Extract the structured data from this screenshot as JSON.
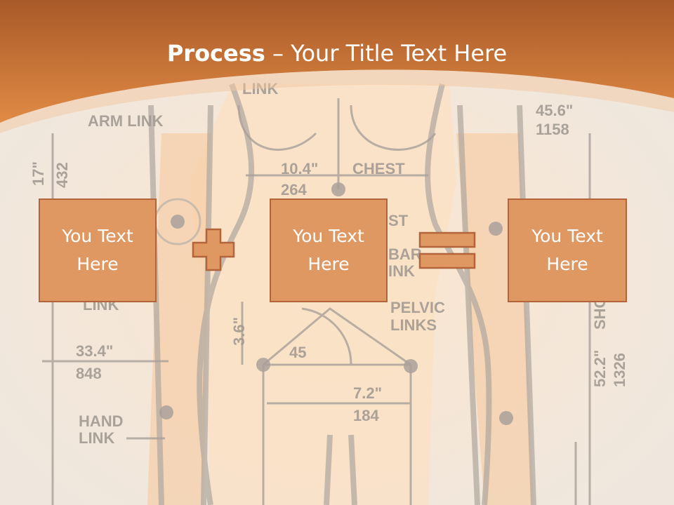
{
  "slide": {
    "title_bold": "Process",
    "title_separator": " – ",
    "title_rest": "Your Title Text Here",
    "boxes": [
      {
        "text": "You Text Here"
      },
      {
        "text": "You Text Here"
      },
      {
        "text": "You Text Here"
      }
    ],
    "operators": [
      "plus-icon",
      "equals-icon"
    ],
    "colors": {
      "accent": "#d9843f",
      "box_fill": "#df9862",
      "box_border": "#b3643a",
      "header_dark": "#b05f2a"
    }
  },
  "background": {
    "labels": [
      "LINK",
      "ARM LINK",
      "45.6\"",
      "1158",
      "10.4\"",
      "CHEST",
      "264",
      "17\"",
      "432",
      "ST",
      "BAR",
      "INK",
      "LINK",
      "PELVIC",
      "LINKS",
      "3.6\"",
      "45",
      "33.4\"",
      "848",
      "7.2\"",
      "184",
      "HAND",
      "LINK",
      "52.2\"",
      "SHO",
      "1326"
    ]
  }
}
